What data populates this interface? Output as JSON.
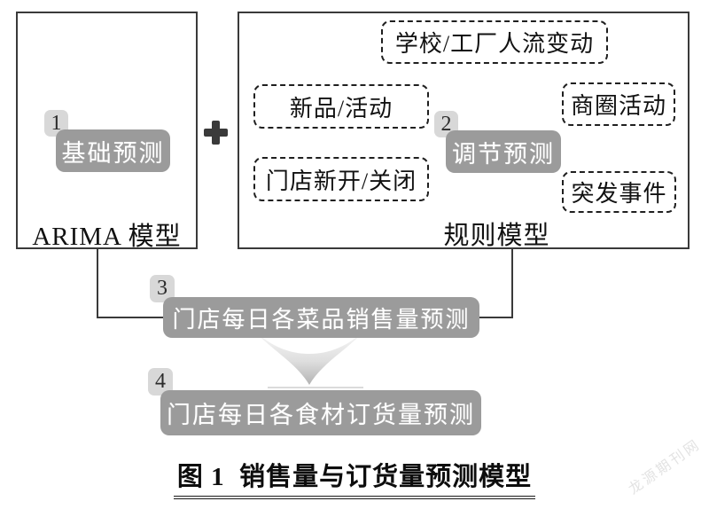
{
  "colors": {
    "pill_gray": "#9b9b9b",
    "tab_gray": "#d8d8d8",
    "line_dark": "#3a3a3a",
    "dashed_border": "#1f1f1f",
    "watermark_gray": "#e3e3e3"
  },
  "icons": {
    "plus_icon": "plus-cross",
    "down_arrow_icon": "gradient-chevron-down"
  },
  "diagram": {
    "arima_panel": {
      "step_number": "1",
      "step_pill": "基础预测",
      "title": "ARIMA 模型"
    },
    "rule_panel": {
      "step_number": "2",
      "step_pill": "调节预测",
      "title": "规则模型",
      "factors": [
        "学校/工厂人流变动",
        "新品/活动",
        "商圈活动",
        "门店新开/关闭",
        "突发事件"
      ]
    },
    "step3": {
      "number": "3",
      "pill": "门店每日各菜品销售量预测"
    },
    "step4": {
      "number": "4",
      "pill": "门店每日各食材订货量预测"
    },
    "caption": "图 1  销售量与订货量预测模型",
    "watermark": "龙源期刊网"
  }
}
